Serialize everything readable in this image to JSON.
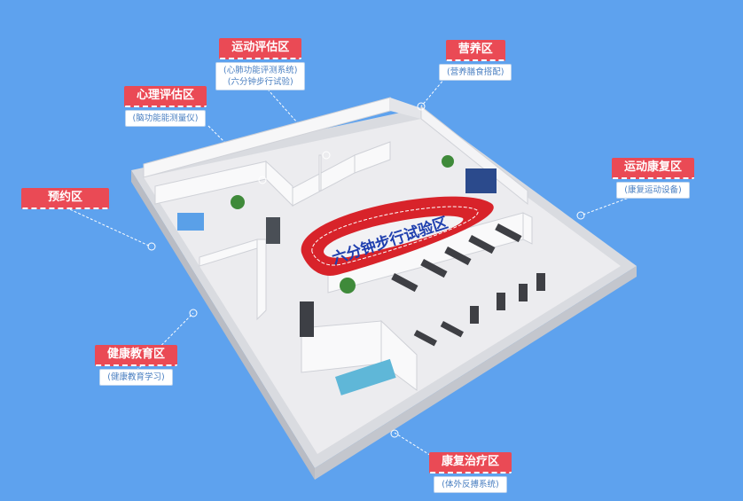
{
  "colors": {
    "background": "#5ea2ee",
    "label_red": "#ea4a55",
    "track_red": "#d8232a",
    "floor": "#e8e8ea"
  },
  "track": {
    "label": "六分钟步行试验区"
  },
  "zones": [
    {
      "id": "exercise-assessment",
      "title": "运动评估区",
      "lines": [
        "(心肺功能评测系统)",
        "(六分钟步行试验)"
      ]
    },
    {
      "id": "nutrition",
      "title": "营养区",
      "lines": [
        "(营养膳食搭配)"
      ]
    },
    {
      "id": "psychological-assessment",
      "title": "心理评估区",
      "lines": [
        "(脑功能能测量仪)"
      ]
    },
    {
      "id": "exercise-rehab",
      "title": "运动康复区",
      "lines": [
        "(康复运动设备)"
      ]
    },
    {
      "id": "appointment",
      "title": "预约区",
      "lines": []
    },
    {
      "id": "health-education",
      "title": "健康教育区",
      "lines": [
        "(健康教育学习)"
      ]
    },
    {
      "id": "rehab-therapy",
      "title": "康复治疗区",
      "lines": [
        "(体外反搏系统)"
      ]
    }
  ]
}
